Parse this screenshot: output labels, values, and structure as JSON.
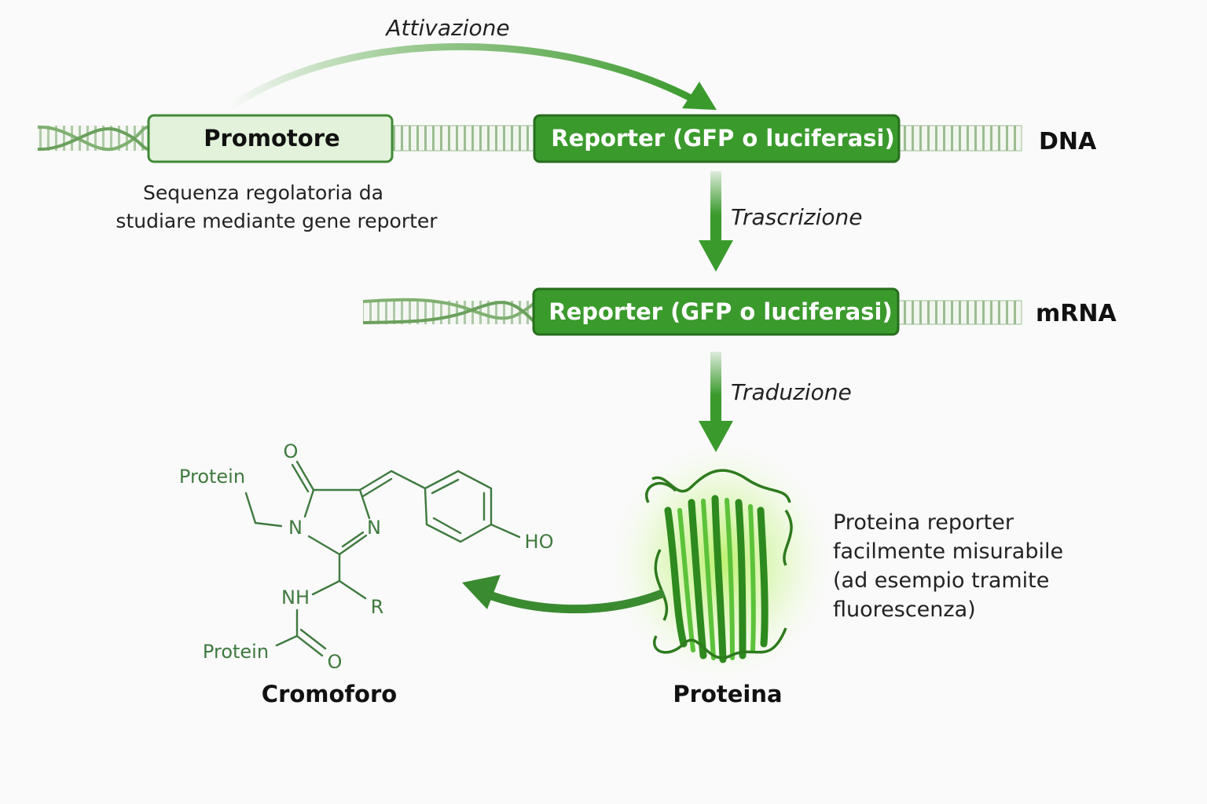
{
  "labels": {
    "activation": "Attivazione",
    "promoter": "Promotore",
    "reporter_dna": "Reporter (GFP o luciferasi)",
    "dna": "DNA",
    "promoter_desc_1": "Sequenza regolatoria da",
    "promoter_desc_2": "studiare mediante gene reporter",
    "transcription": "Trascrizione",
    "reporter_mrna": "Reporter (GFP o luciferasi)",
    "mrna": "mRNA",
    "translation": "Traduzione",
    "chromophore": "Cromoforo",
    "protein": "Proteina",
    "protein_desc": [
      "Proteina reporter",
      "facilmente misurabile",
      "(ad esempio tramite",
      "fluorescenza)"
    ]
  },
  "chromophore_atoms": {
    "o_top": "O",
    "protein_top": "Protein",
    "n1": "N",
    "n3": "N",
    "ho": "HO",
    "nh": "NH",
    "r": "R",
    "protein_bottom": "Protein",
    "o_bottom": "O"
  },
  "colors": {
    "accent": "#3a9a2c",
    "light_box": "#e3f2da",
    "chem": "#3f7a3f"
  }
}
